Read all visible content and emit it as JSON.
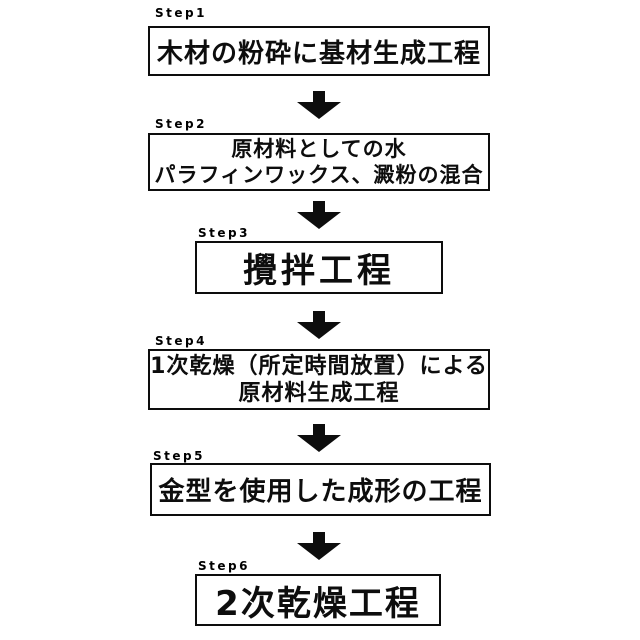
{
  "colors": {
    "background": "#ffffff",
    "line": "#0d0d0d",
    "text": "#000000"
  },
  "flowchart": {
    "steps": [
      {
        "label": "Step1",
        "line1": "木材の粉砕に基材生成工程",
        "line2": ""
      },
      {
        "label": "Step2",
        "line1": "原材料としての水",
        "line2": "パラフィンワックス、澱粉の混合"
      },
      {
        "label": "Step3",
        "line1": "攪拌工程",
        "line2": ""
      },
      {
        "label": "Step4",
        "line1": "1次乾燥（所定時間放置）による",
        "line2": "原材料生成工程"
      },
      {
        "label": "Step5",
        "line1": "金型を使用した成形の工程",
        "line2": ""
      },
      {
        "label": "Step6",
        "line1": "2次乾燥工程",
        "line2": ""
      }
    ]
  }
}
